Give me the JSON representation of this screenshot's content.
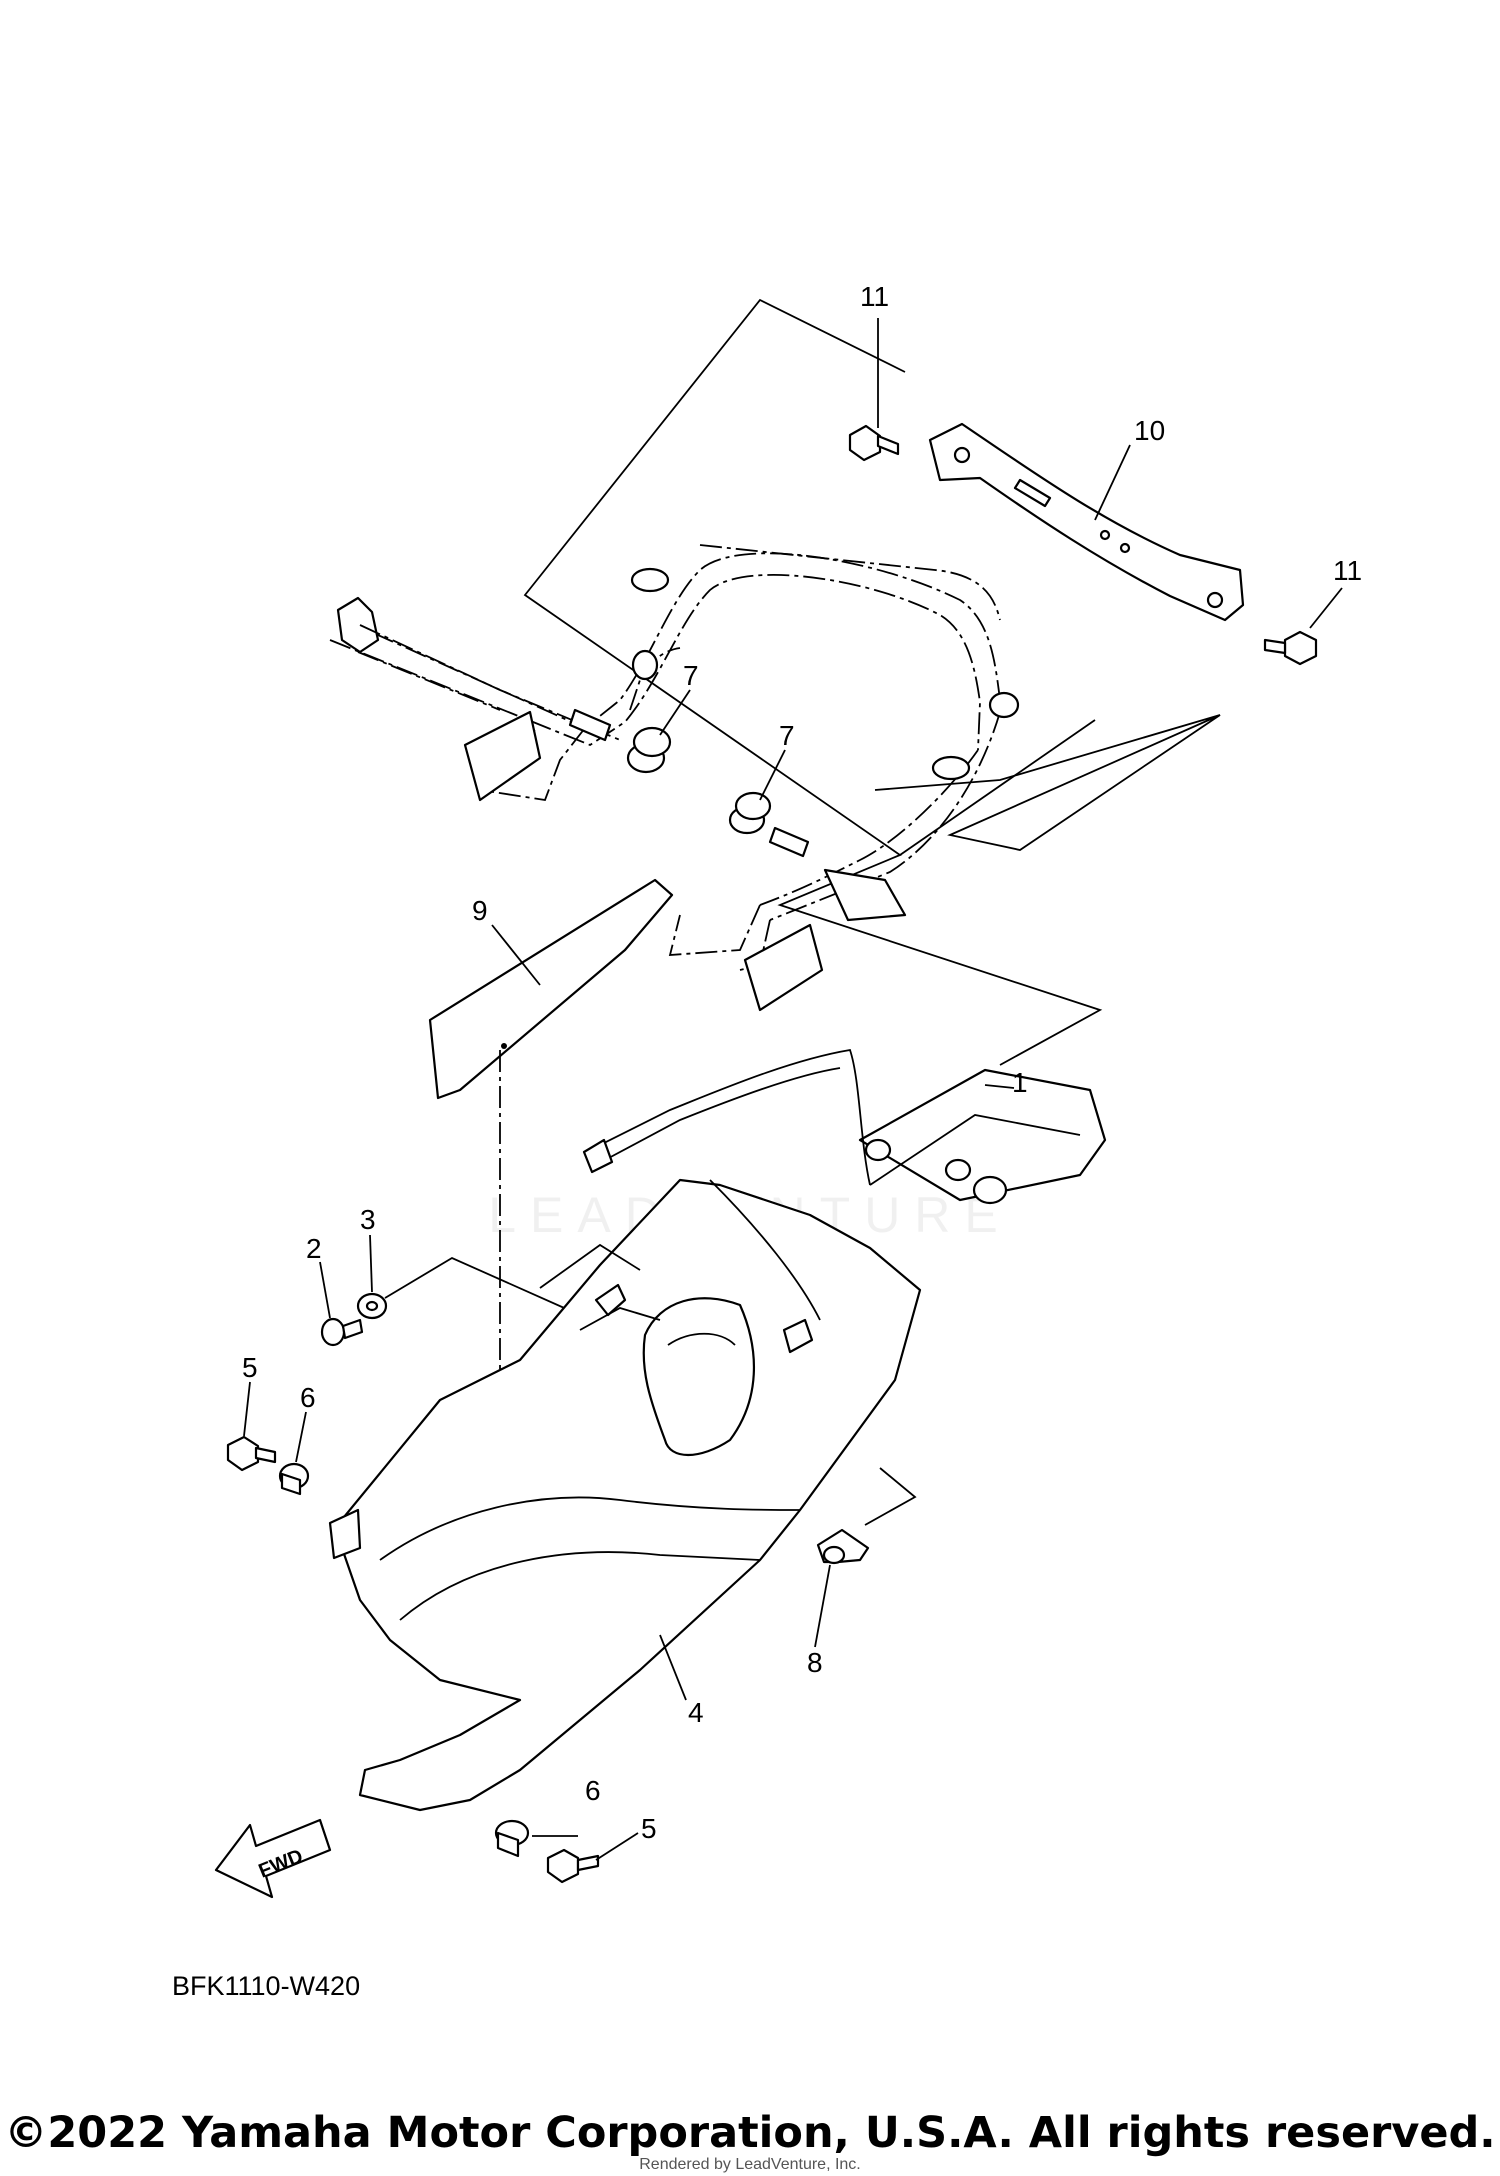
{
  "diagram_code": "BFK1110-W420",
  "fwd_label": "FWD",
  "callouts": [
    "1",
    "2",
    "3",
    "4",
    "5",
    "6",
    "5",
    "6",
    "7",
    "7",
    "8",
    "9",
    "10",
    "11",
    "11"
  ],
  "watermark": "LEADVENTURE",
  "copyright": "©2022 Yamaha Motor Corporation, U.S.A. All rights reserved.",
  "rendered_by": "Rendered by LeadVenture, Inc."
}
